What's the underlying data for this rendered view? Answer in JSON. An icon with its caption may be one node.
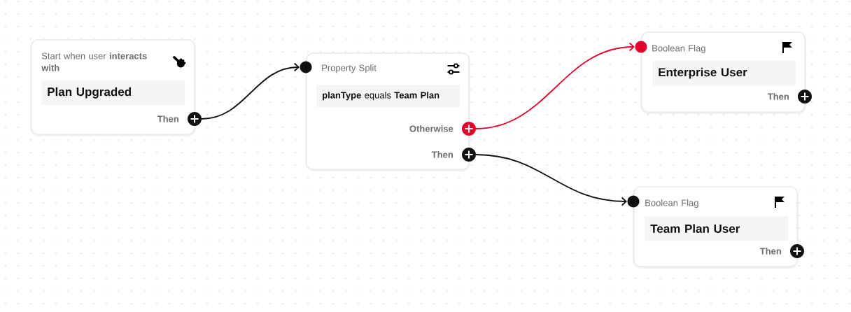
{
  "diagram": {
    "nodes": [
      {
        "text": [
          "Start when user **interacts with**",
          "Plan Upgraded",
          "Then"
        ]
      },
      {
        "text": [
          "Property Split",
          "**planType** equals **Team Plan**",
          "Otherwise",
          "Then"
        ]
      },
      {
        "text": [
          "Boolean Flag",
          "Enterprise User",
          "Then"
        ]
      },
      {
        "text": [
          "Boolean Flag",
          "Team Plan User",
          "Then"
        ]
      }
    ],
    "edges": [
      {
        "from": 0,
        "to": 1,
        "arrow": "to"
      },
      {
        "from": 1,
        "to": 2,
        "arrow": "to",
        "color": "#e4002b"
      },
      {
        "from": 1,
        "to": 3,
        "arrow": "to"
      }
    ]
  }
}
